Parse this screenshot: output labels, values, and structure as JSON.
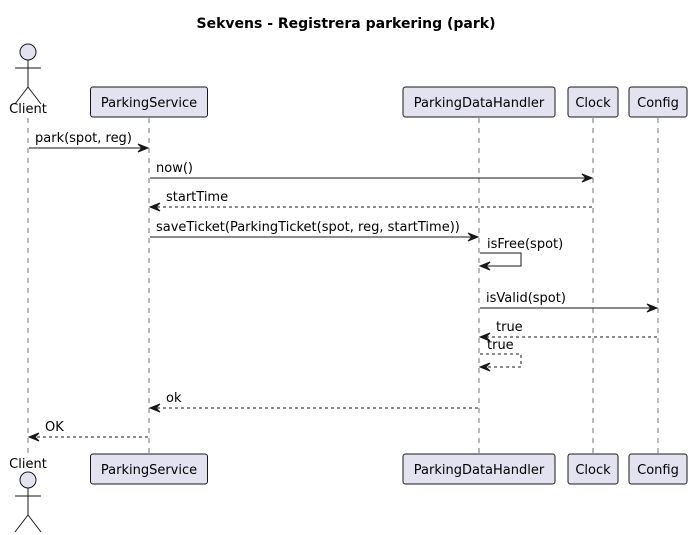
{
  "title": "Sekvens - Registrera parkering (park)",
  "participants": [
    {
      "name": "Client",
      "kind": "actor"
    },
    {
      "name": "ParkingService",
      "kind": "participant"
    },
    {
      "name": "ParkingDataHandler",
      "kind": "participant"
    },
    {
      "name": "Clock",
      "kind": "participant"
    },
    {
      "name": "Config",
      "kind": "participant"
    }
  ],
  "messages": [
    {
      "from": 0,
      "to": 1,
      "label": "park(spot, reg)",
      "style": "solid"
    },
    {
      "from": 1,
      "to": 3,
      "label": "now()",
      "style": "solid"
    },
    {
      "from": 3,
      "to": 1,
      "label": "startTime",
      "style": "dashed"
    },
    {
      "from": 1,
      "to": 2,
      "label": "saveTicket(ParkingTicket(spot, reg, startTime))",
      "style": "solid"
    },
    {
      "from": 2,
      "to": 2,
      "label": "isFree(spot)",
      "style": "solid"
    },
    {
      "from": 2,
      "to": 4,
      "label": "isValid(spot)",
      "style": "solid"
    },
    {
      "from": 4,
      "to": 2,
      "label": "true",
      "style": "dashed"
    },
    {
      "from": 2,
      "to": 2,
      "label": "true",
      "style": "dashed"
    },
    {
      "from": 2,
      "to": 1,
      "label": "ok",
      "style": "dashed"
    },
    {
      "from": 1,
      "to": 0,
      "label": "OK",
      "style": "dashed"
    }
  ]
}
